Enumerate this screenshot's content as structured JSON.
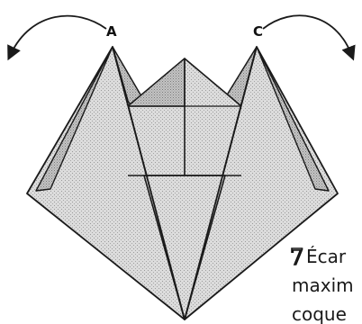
{
  "diagram": {
    "labels": {
      "point_a": "A",
      "point_c": "C"
    },
    "caption": {
      "step_number": "7",
      "lines": [
        "Écar",
        "maxim",
        "coque"
      ]
    },
    "colors": {
      "line": "#1a1a1a",
      "paper_light": "#d2d2d2",
      "paper_dark": "#b4b4b4",
      "background": "#ffffff"
    }
  }
}
